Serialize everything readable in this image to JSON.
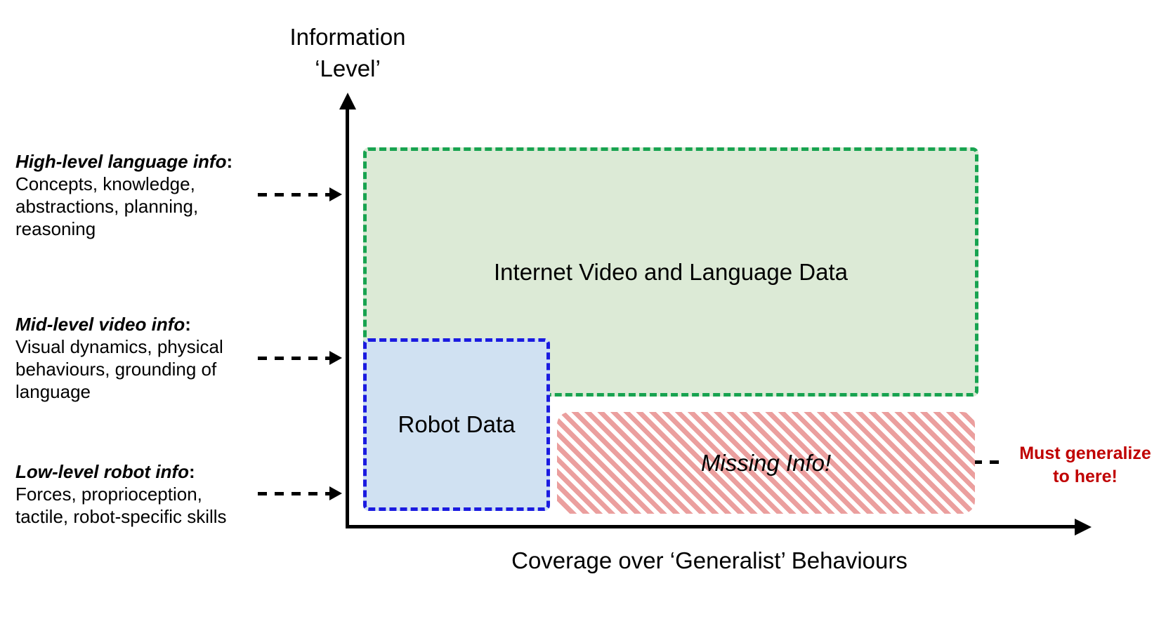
{
  "figure": {
    "y_axis_title_line1": "Information",
    "y_axis_title_line2": "‘Level’",
    "x_axis_label": "Coverage over ‘Generalist’ Behaviours"
  },
  "annotations": {
    "high": {
      "heading": "High-level language info",
      "colon": ":",
      "lines": [
        "Concepts, knowledge,",
        "abstractions, planning,",
        "reasoning"
      ]
    },
    "mid": {
      "heading": "Mid-level video info",
      "colon": ":",
      "lines": [
        "Visual dynamics, physical",
        "behaviours, grounding of",
        "language"
      ]
    },
    "low": {
      "heading": "Low-level robot info",
      "colon": ":",
      "lines": [
        "Forces, proprioception,",
        "tactile, robot-specific skills"
      ]
    }
  },
  "boxes": {
    "internet": {
      "label": "Internet Video and Language Data",
      "fill": "#dcead6",
      "border": "#18a350"
    },
    "robot": {
      "label": "Robot Data",
      "fill": "#d0e1f2",
      "border": "#1b1be0"
    },
    "missing": {
      "label": "Missing Info!",
      "stripe_color": "#eb9f9e"
    }
  },
  "callout": {
    "line1": "Must generalize",
    "line2": "to here!",
    "color": "#c00000"
  }
}
